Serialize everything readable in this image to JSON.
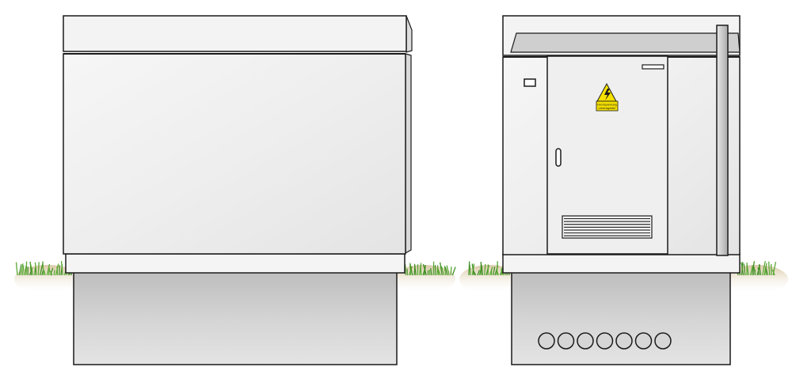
{
  "warning_sign": {
    "icon": "high-voltage-icon",
    "text_line1": "Hochspannung",
    "text_line2": "Lebensgefahr",
    "color": "#f5e000"
  },
  "colors": {
    "cabinet_light": "#f2f2f2",
    "cabinet_mid": "#e6e6e6",
    "base": "#cfcfcf",
    "outline": "#1a1a1a",
    "grass": "#3f8f24",
    "soil": "#e9dcc2"
  },
  "cable_entry_count": 7
}
